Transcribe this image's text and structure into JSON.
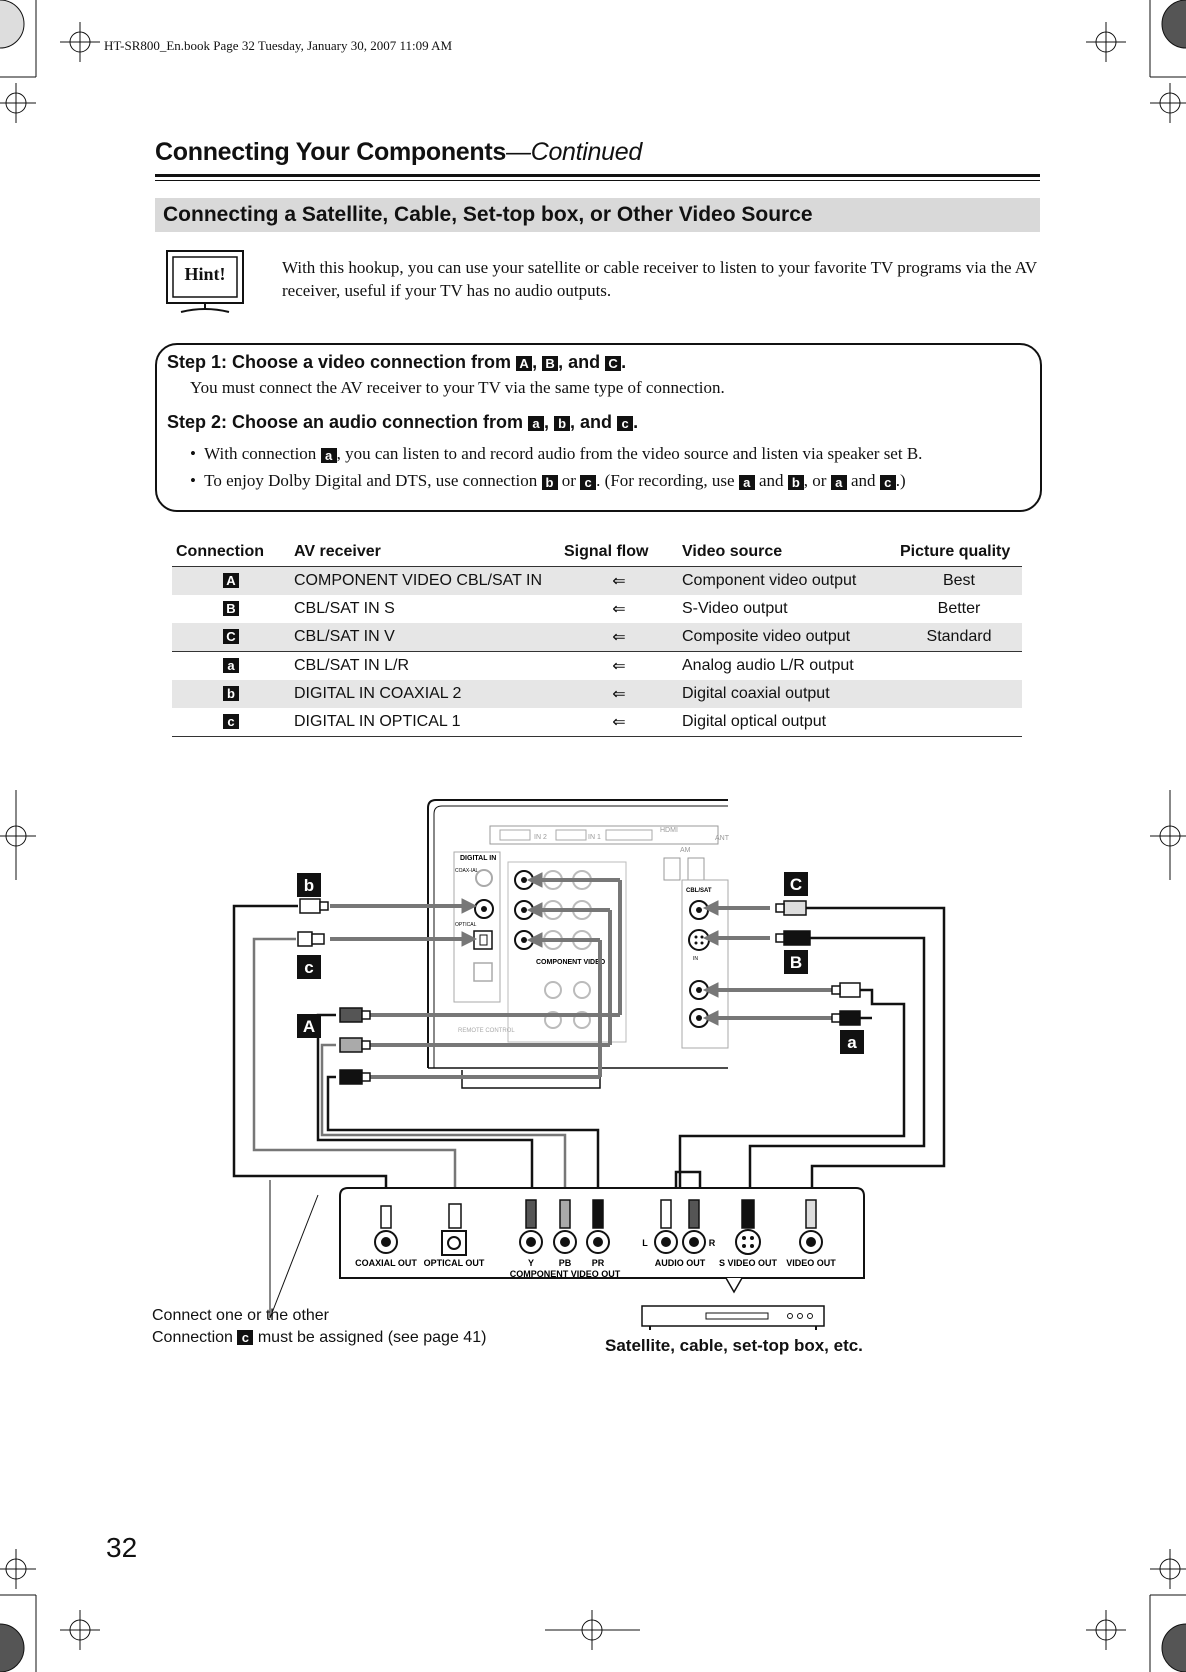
{
  "header_line": "HT-SR800_En.book  Page 32  Tuesday, January 30, 2007  11:09 AM",
  "page_title": "Connecting Your Components",
  "page_title_continued": "—Continued",
  "section_title": "Connecting a Satellite, Cable, Set-top box, or Other Video Source",
  "hint": {
    "label": "Hint!",
    "text": "With this hookup, you can use your satellite or cable receiver to listen to your favorite TV programs via the AV receiver, useful if your TV has no audio outputs."
  },
  "steps": {
    "step1_prefix": "Step 1: Choose a video connection from ",
    "step1_sep1": ", ",
    "step1_sep2": ", and ",
    "step1_end": ".",
    "step1_body": "You must connect the AV receiver to your TV via the same type of connection.",
    "step2_prefix": "Step 2: Choose an audio connection from ",
    "step2_sep1": ", ",
    "step2_sep2": ", and ",
    "step2_end": ".",
    "bullet1_a": "With connection ",
    "bullet1_b": ", you can listen to and record audio from the video source and listen via speaker set B.",
    "bullet2_a": "To enjoy Dolby Digital and DTS, use connection ",
    "bullet2_or": " or ",
    "bullet2_b": ". (For recording, use ",
    "bullet2_and1": " and ",
    "bullet2_comma_or": ", or ",
    "bullet2_and2": " and ",
    "bullet2_end": ".)"
  },
  "badges": {
    "A": "A",
    "B": "B",
    "C": "C",
    "a": "a",
    "b": "b",
    "c": "c"
  },
  "table": {
    "headers": [
      "Connection",
      "AV receiver",
      "Signal flow",
      "Video source",
      "Picture quality"
    ],
    "rows": [
      {
        "conn": "A",
        "receiver": "COMPONENT VIDEO CBL/SAT IN",
        "flow": "⇐",
        "source": "Component video output",
        "quality": "Best"
      },
      {
        "conn": "B",
        "receiver": "CBL/SAT IN S",
        "flow": "⇐",
        "source": "S-Video output",
        "quality": "Better"
      },
      {
        "conn": "C",
        "receiver": "CBL/SAT IN V",
        "flow": "⇐",
        "source": "Composite video output",
        "quality": "Standard"
      },
      {
        "conn": "a",
        "receiver": "CBL/SAT IN L/R",
        "flow": "⇐",
        "source": "Analog audio L/R output",
        "quality": ""
      },
      {
        "conn": "b",
        "receiver": "DIGITAL IN COAXIAL 2",
        "flow": "⇐",
        "source": "Digital coaxial output",
        "quality": ""
      },
      {
        "conn": "c",
        "receiver": "DIGITAL IN OPTICAL 1",
        "flow": "⇐",
        "source": "Digital optical output",
        "quality": ""
      }
    ]
  },
  "diagram": {
    "receiver_labels": {
      "digital_in": "DIGITAL IN",
      "coaxial": "COAX-IAL",
      "optical": "OPTICAL",
      "component_video": "COMPONENT VIDEO",
      "cbl_sat": "CBL/SAT",
      "in": "IN",
      "remote_control": "REMOTE CONTROL",
      "in2": "IN 2",
      "in1": "IN 1",
      "hdmi": "HDMI",
      "am": "AM",
      "ant": "ANT"
    },
    "source_jacks": {
      "coaxial_out": "COAXIAL OUT",
      "optical_out": "OPTICAL OUT",
      "y": "Y",
      "pb": "PB",
      "pr": "PR",
      "component_video_out": "COMPONENT VIDEO OUT",
      "l": "L",
      "r": "R",
      "audio_out": "AUDIO OUT",
      "s_video_out": "S VIDEO OUT",
      "video_out": "VIDEO OUT"
    }
  },
  "captions": {
    "left_line1": "Connect one or the other",
    "left_line2_a": "Connection ",
    "left_line2_b": " must be assigned (see page 41)",
    "right": "Satellite, cable, set-top box, etc."
  },
  "page_number": "32"
}
